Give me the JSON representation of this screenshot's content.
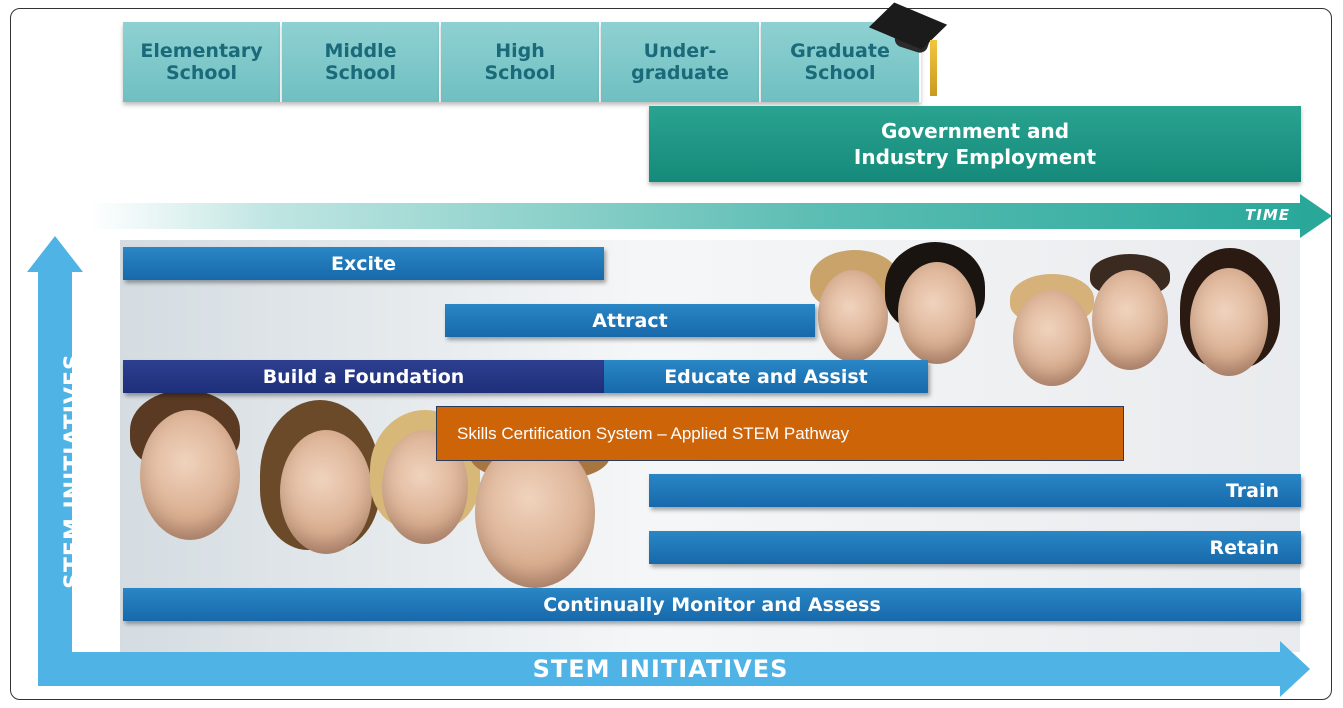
{
  "stages": [
    {
      "label": "Elementary\nSchool"
    },
    {
      "label": "Middle\nSchool"
    },
    {
      "label": "High\nSchool"
    },
    {
      "label": "Under-\ngraduate"
    },
    {
      "label": "Graduate\nSchool"
    }
  ],
  "employment_label": "Government and\nIndustry Employment",
  "time_label": "TIME",
  "bars": {
    "excite": "Excite",
    "attract": "Attract",
    "build_foundation": "Build a Foundation",
    "educate_assist": "Educate and Assist",
    "skills_certification": "Skills Certification System – Applied STEM Pathway",
    "train": "Train",
    "retain": "Retain",
    "monitor_assess": "Continually Monitor and Assess"
  },
  "axis_vertical_label": "STEM INITIATIVES",
  "axis_horizontal_label": "STEM INITIATIVES",
  "colors": {
    "stage_teal": "#7fc8c9",
    "employment_teal": "#1b9382",
    "bar_blue": "#1b72b4",
    "bar_navy": "#24368a",
    "skills_orange": "#cd6408",
    "arrow_blue": "#4fb3e6"
  }
}
